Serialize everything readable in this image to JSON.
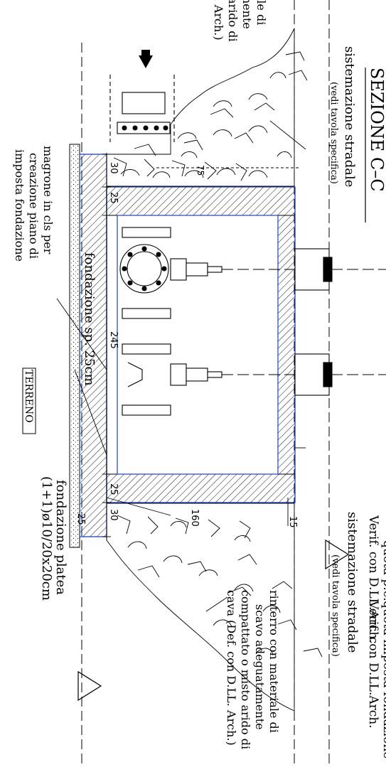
{
  "title": "SEZIONE C–C",
  "labels": {
    "road_left": "sistemazione stradale",
    "road_left_ref": "(vedi tavola specifica)",
    "road_right": "sistemazione stradale",
    "road_right_ref": "(vedi tavola specifica)",
    "quota_pc": "quota p.c.",
    "verif_pc": "Verif. con D.LL.Arch.",
    "quota_imposta": "quota imposta fondazione",
    "verif_imposta": "Verif. con D.LL.Arch.",
    "rinterro_1": "rinterro con materiale di",
    "rinterro_2": "scavo adeguatamente",
    "rinterro_3": "compattato o misto arido di",
    "rinterro_4": "cava (Def. con D.LL. Arch.)",
    "top_1": "riale di",
    "top_2": "mente",
    "top_3": "arido di",
    "top_4": "L. Arch.)",
    "magrone_1": "magrone in cls per",
    "magrone_2": "creazione piano di",
    "magrone_3": "imposta fondazione",
    "fondazione_sp": "fondazione sp. 25cm",
    "terreno": "TERRENO",
    "platea_1": "fondazione platea",
    "platea_2": "(1+1)ø10/20x20cm"
  },
  "dimensions": {
    "d30_top": "30",
    "d25_top": "25",
    "d245": "245",
    "d25_bottom": "25",
    "d30_bottom": "30",
    "d25_slab": "25",
    "d160": "160",
    "d15": "15",
    "d75": "75"
  },
  "colors": {
    "line": "#000000",
    "outline": "#1f3fcf"
  }
}
